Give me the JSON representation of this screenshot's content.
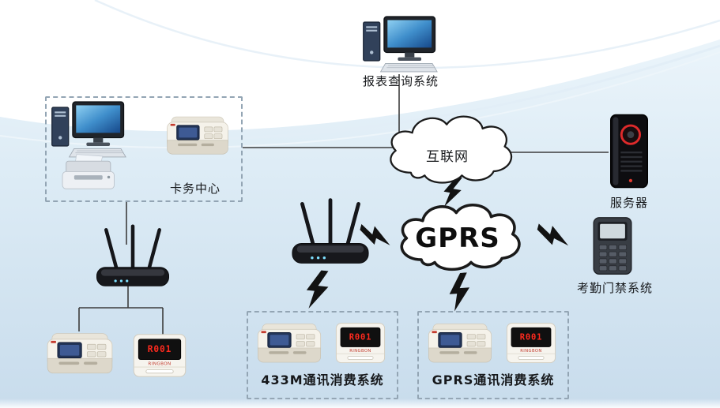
{
  "labels": {
    "report_system": "报表查询系统",
    "card_center": "卡务中心",
    "internet": "互联网",
    "server": "服务器",
    "gprs": "GPRS",
    "attendance": "考勤门禁系统",
    "box_433m": "433M通讯消费系统",
    "box_gprs": "GPRS通讯消费系统"
  },
  "devices": {
    "led_display_text": "R001",
    "led_brand": "RINGBON"
  },
  "colors": {
    "bg-top": "#eff7fc",
    "bg-bottom": "#c8dcec",
    "outline": "#1a1a1a",
    "wire": "#3d3d3d",
    "led-red": "#ff2a1e",
    "brand-red": "#c0392b",
    "dash-border": "#93a5b4"
  }
}
